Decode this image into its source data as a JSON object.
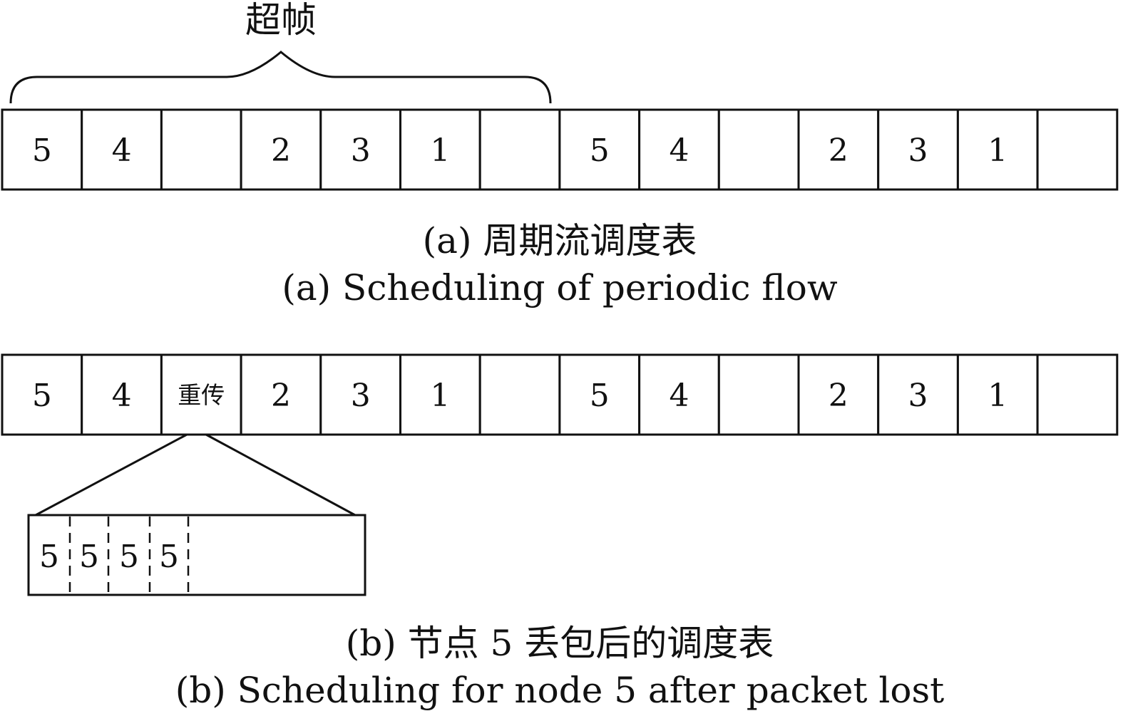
{
  "superframe_label": "超帧",
  "row_a": {
    "cells": [
      "5",
      "4",
      "",
      "2",
      "3",
      "1",
      "",
      "5",
      "4",
      "",
      "2",
      "3",
      "1",
      ""
    ],
    "caption_cn": "(a) 周期流调度表",
    "caption_en": "(a) Scheduling of periodic flow"
  },
  "row_b": {
    "cells": [
      "5",
      "4",
      "重传",
      "2",
      "3",
      "1",
      "",
      "5",
      "4",
      "",
      "2",
      "3",
      "1",
      ""
    ],
    "retransmit_slots": [
      "5",
      "5",
      "5",
      "5"
    ],
    "caption_cn": "(b) 节点 5 丢包后的调度表",
    "caption_en": "(b) Scheduling for node 5 after packet lost"
  }
}
